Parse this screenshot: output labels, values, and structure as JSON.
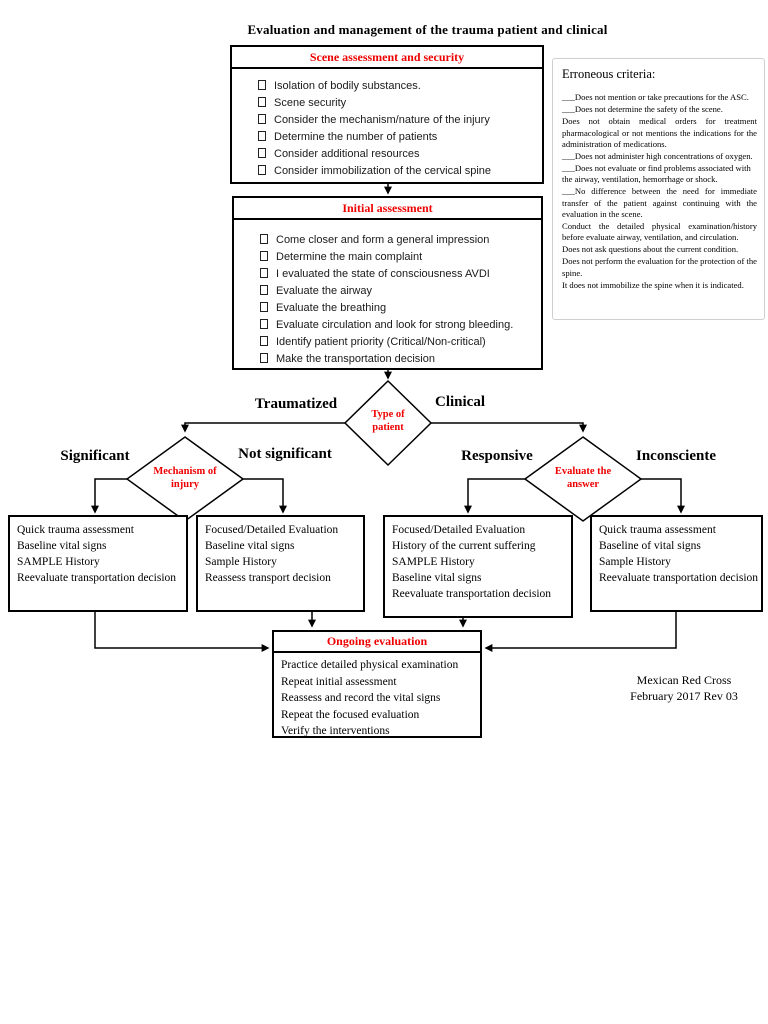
{
  "title": "Evaluation and management of the trauma patient and clinical",
  "colors": {
    "accent_red": "#ee0000"
  },
  "scene_box": {
    "header": "Scene assessment and security",
    "items": [
      "Isolation of bodily substances.",
      "Scene security",
      "Consider the mechanism/nature of the injury",
      "Determine the number of patients",
      "Consider additional resources",
      "Consider immobilization of the cervical spine"
    ]
  },
  "erroneous": {
    "title": "Erroneous criteria:",
    "items": [
      "___Does not mention or take precautions for the ASC.",
      "___Does not determine the safety of the scene.",
      "Does not obtain medical orders for treatment pharmacological or not mentions the indications for the administration of medications.",
      "___Does not administer high concentrations of oxygen.",
      "___Does not evaluate or find problems associated with the airway, ventilation, hemorrhage or shock.",
      "___No difference between the need for immediate transfer of the patient against continuing with the evaluation in the scene.",
      "Conduct the detailed physical examination/history before evaluate airway, ventilation, and circulation.",
      "Does not ask questions about the current condition.",
      "Does not perform the evaluation for the protection of the spine.",
      "It does not immobilize the spine when it is indicated."
    ]
  },
  "initial_box": {
    "header": "Initial assessment",
    "items": [
      "Come closer and form a general impression",
      "Determine the main complaint",
      "I evaluated the state of consciousness AVDI",
      "Evaluate the airway",
      "Evaluate the breathing",
      "Evaluate circulation and look for strong bleeding.",
      "Identify patient priority (Critical/Non-critical)",
      "Make the transportation decision"
    ]
  },
  "decisions": {
    "type_of_patient": {
      "label": "Type of patient",
      "left_branch": "Traumatized",
      "right_branch": "Clinical"
    },
    "mechanism_of_injury": {
      "label": "Mechanism of injury",
      "left_branch": "Significant",
      "right_branch": "Not significant"
    },
    "evaluate_answer": {
      "label": "Evaluate the answer",
      "left_branch": "Responsive",
      "right_branch": "Inconsciente"
    }
  },
  "outcome_boxes": [
    {
      "items": [
        "Quick trauma assessment",
        "Baseline vital signs",
        "SAMPLE History",
        "Reevaluate transportation decision"
      ]
    },
    {
      "items": [
        "Focused/Detailed Evaluation",
        "Baseline vital signs",
        "Sample History",
        "Reassess transport decision"
      ]
    },
    {
      "items": [
        "Focused/Detailed Evaluation",
        "History of the current suffering",
        "SAMPLE History",
        "Baseline vital signs",
        "Reevaluate transportation decision"
      ]
    },
    {
      "items": [
        "Quick trauma assessment",
        "Baseline of vital signs",
        "Sample History",
        "Reevaluate transportation decision"
      ]
    }
  ],
  "ongoing_box": {
    "header": "Ongoing evaluation",
    "items": [
      "Practice detailed physical examination",
      "Repeat initial assessment",
      "Reassess and record the vital signs",
      "Repeat the focused evaluation",
      "Verify the interventions"
    ]
  },
  "footer": {
    "line1": "Mexican Red Cross",
    "line2": "February 2017 Rev 03"
  }
}
